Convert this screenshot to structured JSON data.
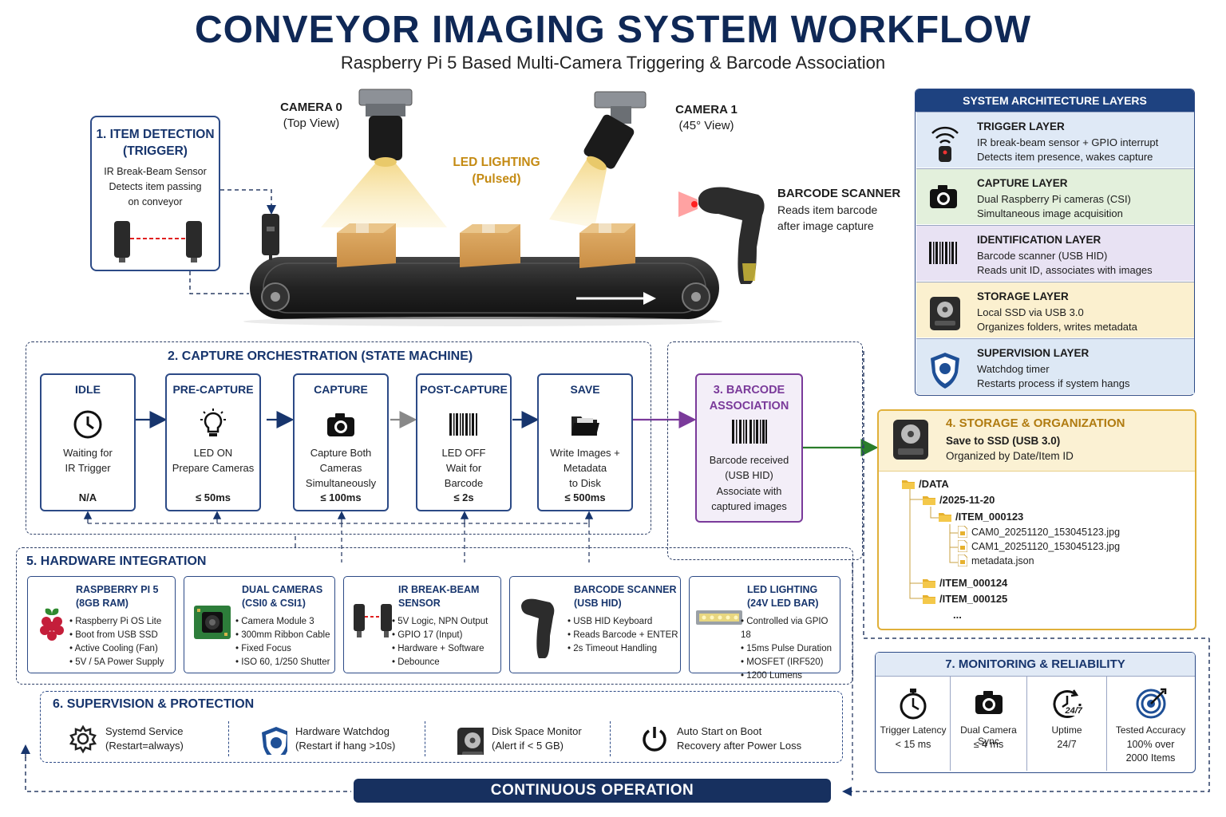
{
  "header": {
    "title": "CONVEYOR IMAGING SYSTEM WORKFLOW",
    "subtitle": "Raspberry Pi 5 Based Multi-Camera Triggering & Barcode Association"
  },
  "scene": {
    "detection": {
      "title_l1": "1. ITEM DETECTION",
      "title_l2": "(TRIGGER)",
      "l1": "IR Break-Beam Sensor",
      "l2": "Detects item passing",
      "l3": "on conveyor"
    },
    "camera0": {
      "l1": "CAMERA 0",
      "l2": "(Top View)"
    },
    "camera1": {
      "l1": "CAMERA 1",
      "l2": "(45° View)"
    },
    "led": {
      "l1": "LED LIGHTING",
      "l2": "(Pulsed)"
    },
    "scanner": {
      "l1": "BARCODE SCANNER",
      "l2": "Reads item barcode",
      "l3": "after image capture"
    }
  },
  "architecture": {
    "title": "SYSTEM ARCHITECTURE LAYERS",
    "layers": [
      {
        "title": "TRIGGER LAYER",
        "l1": "IR break-beam sensor + GPIO interrupt",
        "l2": "Detects item presence, wakes capture",
        "color": "#dfe9f6",
        "icon": "wireless-sensor-icon"
      },
      {
        "title": "CAPTURE LAYER",
        "l1": "Dual Raspberry Pi cameras (CSI)",
        "l2": "Simultaneous image acquisition",
        "color": "#e3f0dc",
        "icon": "camera-icon"
      },
      {
        "title": "IDENTIFICATION LAYER",
        "l1": "Barcode scanner (USB HID)",
        "l2": "Reads unit ID, associates with images",
        "color": "#e8e2f3",
        "icon": "barcode-icon"
      },
      {
        "title": "STORAGE LAYER",
        "l1": "Local SSD via USB 3.0",
        "l2": "Organizes folders, writes metadata",
        "color": "#fbf0cf",
        "icon": "hard-drive-icon"
      },
      {
        "title": "SUPERVISION LAYER",
        "l1": "Watchdog timer",
        "l2": "Restarts process if system hangs",
        "color": "#dde8f5",
        "icon": "shield-icon"
      }
    ]
  },
  "orchestration": {
    "title": "2. CAPTURE ORCHESTRATION (STATE MACHINE)",
    "states": [
      {
        "title": "IDLE",
        "desc_l1": "Waiting for",
        "desc_l2": "IR Trigger",
        "desc_l3": "",
        "time": "N/A",
        "icon": "clock-icon"
      },
      {
        "title": "PRE-CAPTURE",
        "desc_l1": "LED ON",
        "desc_l2": "Prepare Cameras",
        "desc_l3": "",
        "time": "≤ 50ms",
        "icon": "light-bulb-icon"
      },
      {
        "title": "CAPTURE",
        "desc_l1": "Capture Both",
        "desc_l2": "Cameras",
        "desc_l3": "Simultaneously",
        "time": "≤ 100ms",
        "icon": "camera-icon"
      },
      {
        "title": "POST-CAPTURE",
        "desc_l1": "LED OFF",
        "desc_l2": "Wait for",
        "desc_l3": "Barcode",
        "time": "≤ 2s",
        "icon": "barcode-icon"
      },
      {
        "title": "SAVE",
        "desc_l1": "Write Images +",
        "desc_l2": "Metadata",
        "desc_l3": "to Disk",
        "time": "≤ 500ms",
        "icon": "folder-icon"
      }
    ]
  },
  "barcode_assoc": {
    "title_l1": "3. BARCODE",
    "title_l2": "ASSOCIATION",
    "l1": "Barcode received",
    "l2": "(USB HID)",
    "l3": "Associate with",
    "l4": "captured images"
  },
  "storage": {
    "title": "4. STORAGE & ORGANIZATION",
    "l1": "Save to SSD (USB 3.0)",
    "l2": "Organized by Date/Item ID",
    "tree": {
      "root": "/DATA",
      "date": "/2025-11-20",
      "item1": "/ITEM_000123",
      "file1": "CAM0_20251120_153045123.jpg",
      "file2": "CAM1_20251120_153045123.jpg",
      "file3": "metadata.json",
      "item2": "/ITEM_000124",
      "item3": "/ITEM_000125",
      "more": "..."
    }
  },
  "hardware": {
    "title": "5. HARDWARE INTEGRATION",
    "cards": [
      {
        "title_l1": "RASPBERRY PI 5",
        "title_l2": "(8GB RAM)",
        "items": [
          "Raspberry Pi OS Lite",
          "Boot from USB SSD",
          "Active Cooling (Fan)",
          "5V / 5A Power Supply"
        ]
      },
      {
        "title_l1": "DUAL CAMERAS",
        "title_l2": "(CSI0 & CSI1)",
        "items": [
          "Camera Module 3",
          "300mm Ribbon Cable",
          "Fixed Focus",
          "ISO 60, 1/250 Shutter"
        ]
      },
      {
        "title_l1": "IR BREAK-BEAM",
        "title_l2": "SENSOR",
        "items": [
          "5V Logic, NPN Output",
          "GPIO 17 (Input)",
          "Hardware + Software",
          "Debounce"
        ]
      },
      {
        "title_l1": "BARCODE SCANNER",
        "title_l2": "(USB HID)",
        "items": [
          "USB HID Keyboard",
          "Reads Barcode + ENTER",
          "2s Timeout Handling"
        ]
      },
      {
        "title_l1": "LED LIGHTING",
        "title_l2": "(24V LED BAR)",
        "items": [
          "Controlled via GPIO 18",
          "15ms Pulse Duration",
          "MOSFET (IRF520)",
          "1200 Lumens"
        ]
      }
    ]
  },
  "supervision": {
    "title": "6. SUPERVISION & PROTECTION",
    "items": [
      {
        "l1": "Systemd Service",
        "l2": "(Restart=always)",
        "icon": "gear-icon"
      },
      {
        "l1": "Hardware Watchdog",
        "l2": "(Restart if hang >10s)",
        "icon": "shield-icon"
      },
      {
        "l1": "Disk Space Monitor",
        "l2": "(Alert if < 5 GB)",
        "icon": "hard-drive-icon"
      },
      {
        "l1": "Auto Start on Boot",
        "l2": "Recovery after Power Loss",
        "icon": "power-icon"
      }
    ]
  },
  "monitoring": {
    "title": "7. MONITORING & RELIABILITY",
    "items": [
      {
        "l1": "Trigger Latency",
        "l2": "< 15 ms",
        "l3": "",
        "icon": "stopwatch-icon"
      },
      {
        "l1": "Dual Camera Sync",
        "l2": "≤ 4 ms",
        "l3": "",
        "icon": "camera-icon"
      },
      {
        "l1": "Uptime",
        "l2": "24/7",
        "l3": "",
        "icon": "clock-24-7-icon"
      },
      {
        "l1": "Tested Accuracy",
        "l2": "100% over",
        "l3": "2000 Items",
        "icon": "target-icon"
      }
    ],
    "clock_label": "24/7"
  },
  "footer": {
    "label": "CONTINUOUS OPERATION"
  },
  "colors": {
    "navy": "#17305f",
    "accent_blue": "#2c4a86",
    "amber": "#c48a12",
    "purple": "#7a3a9a",
    "green": "#2a7d2a"
  }
}
